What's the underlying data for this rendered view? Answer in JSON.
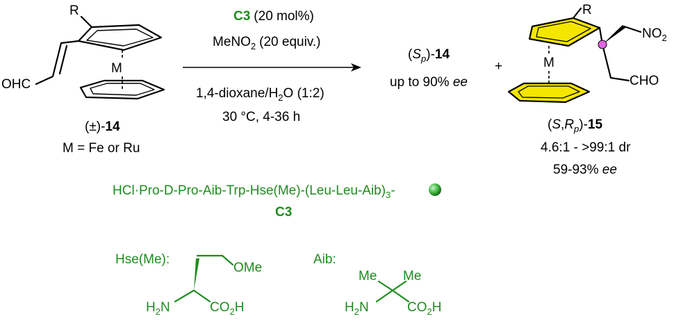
{
  "reaction": {
    "catalyst_bold": "C3",
    "catalyst_loading": "(20 mol%)",
    "nitro_reagent": "MeNO",
    "nitro_sub": "2",
    "nitro_equiv": "(20 equiv.)",
    "solvent_a": "1,4-dioxane/H",
    "solvent_sub": "2",
    "solvent_b": "O (1:2)",
    "conditions": "30 °C, 4-36 h"
  },
  "substrate": {
    "r_label": "R",
    "m_label": "M",
    "aldehyde_label": "OHC",
    "name_prefix": "(±)-",
    "name_bold": "14",
    "metal_note": "M = Fe or Ru"
  },
  "product_recovered": {
    "label_open": "(",
    "label_italic": "S",
    "label_sub": "p",
    "label_close": ")-",
    "label_bold": "14",
    "ee_text": "up to 90% ",
    "ee_italic": "ee"
  },
  "plus_sign": "+",
  "product_adduct": {
    "r_label": "R",
    "m_label": "M",
    "no2_label": "NO",
    "no2_sub": "2",
    "cho_label": "CHO",
    "label_open": "(",
    "label_italic_s": "S",
    "label_comma": ",",
    "label_italic_r": "R",
    "label_sub": "p",
    "label_close": ")-",
    "label_bold": "15",
    "dr_text": "4.6:1 - >99:1 dr",
    "ee_text": "59-93% ",
    "ee_italic": "ee",
    "highlight_color": "#f5e600",
    "stereocenter_color": "#e066e0"
  },
  "peptide": {
    "sequence": "HCl·Pro-D-Pro-Aib-Trp-Hse(Me)-(Leu-Leu-Aib)",
    "sequence_sub": "3",
    "sequence_tail": "-",
    "catalyst_label": "C3",
    "color": "#1e8c1e"
  },
  "hse": {
    "label": "Hse(Me):",
    "ome": "OMe",
    "nh2": "H",
    "nh2_sub": "2",
    "nh2_tail": "N",
    "co2h_a": "CO",
    "co2h_sub": "2",
    "co2h_b": "H"
  },
  "aib": {
    "label": "Aib:",
    "me1": "Me",
    "me2": "Me",
    "nh2": "H",
    "nh2_sub": "2",
    "nh2_tail": "N",
    "co2h_a": "CO",
    "co2h_sub": "2",
    "co2h_b": "H"
  }
}
